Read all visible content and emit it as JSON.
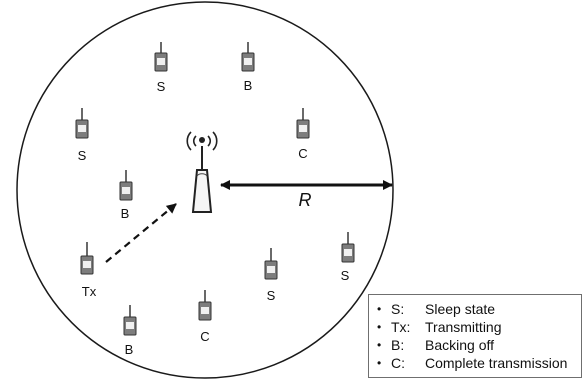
{
  "diagram": {
    "radius_label": "R",
    "nodes": [
      {
        "label": "S"
      },
      {
        "label": "B"
      },
      {
        "label": "S"
      },
      {
        "label": "C"
      },
      {
        "label": "B"
      },
      {
        "label": "Tx"
      },
      {
        "label": "S"
      },
      {
        "label": "S"
      },
      {
        "label": "C"
      },
      {
        "label": "B"
      }
    ]
  },
  "legend": {
    "items": [
      {
        "key": "S:",
        "desc": "Sleep state"
      },
      {
        "key": "Tx:",
        "desc": "Transmitting"
      },
      {
        "key": "B:",
        "desc": "Backing off"
      },
      {
        "key": "C:",
        "desc": "Complete transmission"
      }
    ]
  }
}
